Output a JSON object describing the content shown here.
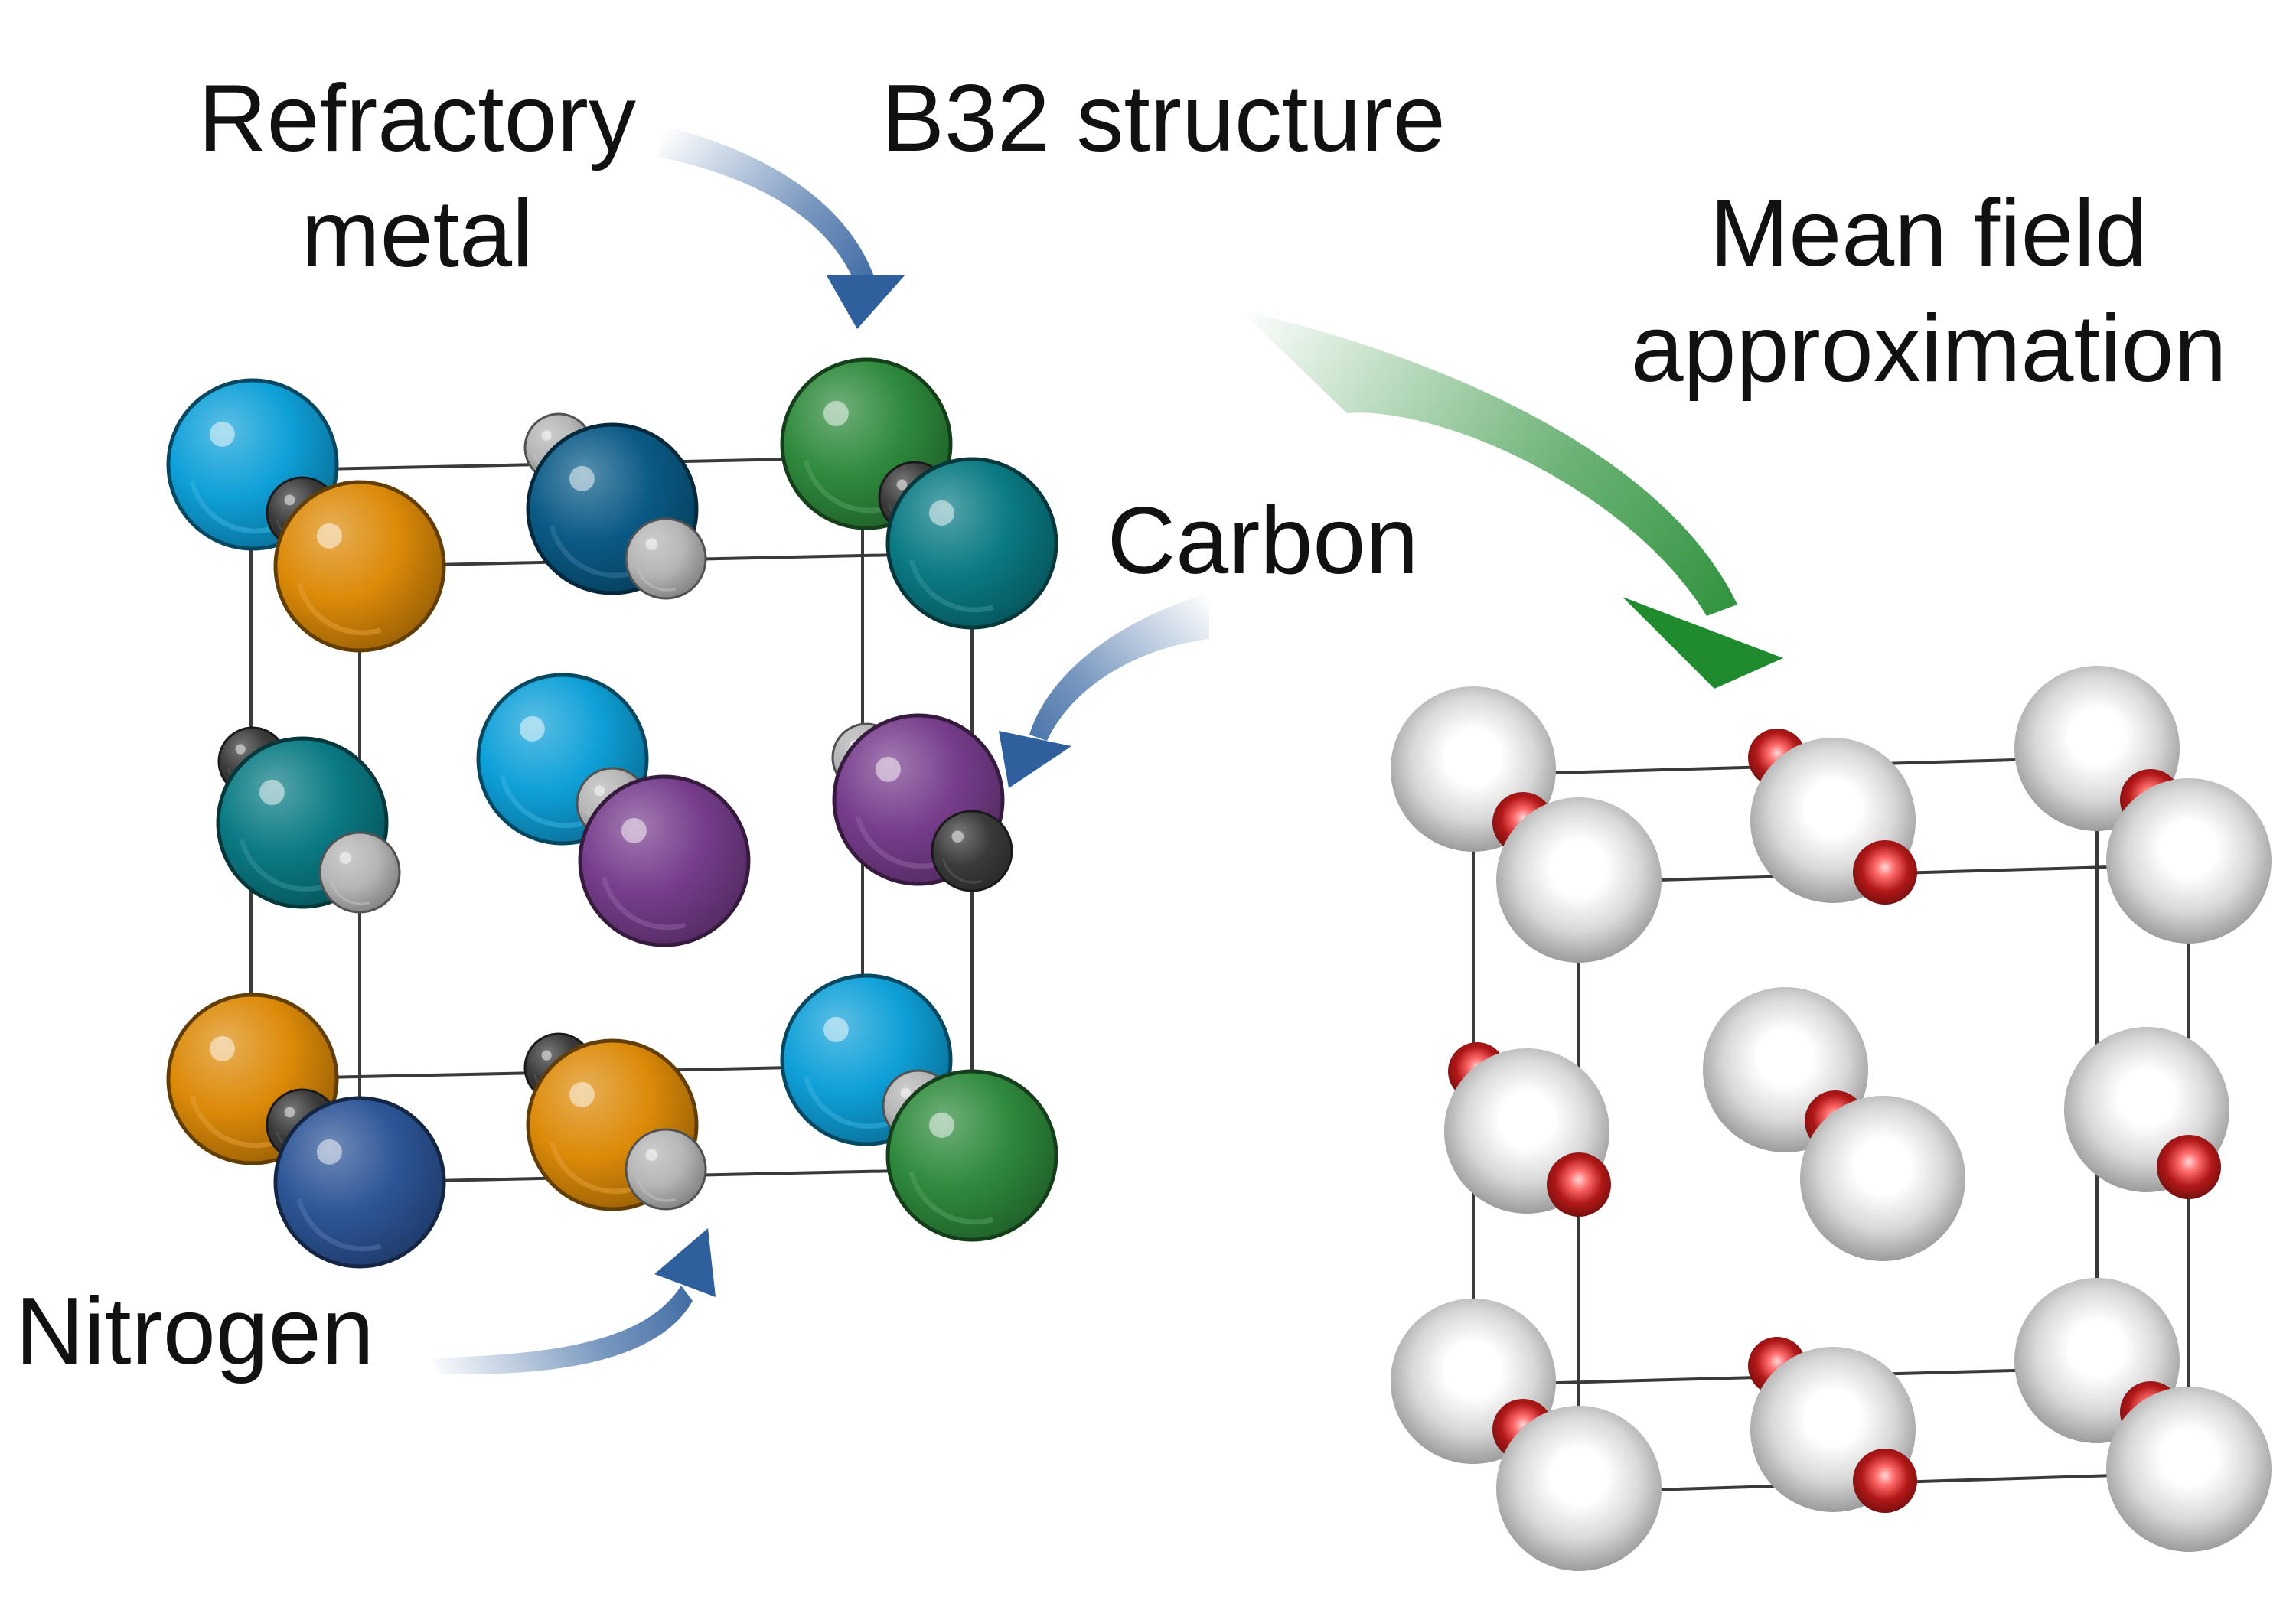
{
  "labels": {
    "refractory_line1": "Refractory",
    "refractory_line2": "metal",
    "b32": "B32 structure",
    "meanfield_line1": "Mean field",
    "meanfield_line2": "approximation",
    "carbon": "Carbon",
    "nitrogen": "Nitrogen"
  },
  "colors": {
    "metal_light_blue": "#0ea0d8",
    "metal_orange": "#dc8a08",
    "metal_dark_blue": "#0a5a86",
    "metal_green": "#2e8a3c",
    "metal_teal": "#0a7a84",
    "metal_purple": "#773d8c",
    "metal_navy": "#2c5597",
    "carbon": "#3a3a3a",
    "nitrogen": "#b6b6b6",
    "mean_field_metal": "#d8d8d8",
    "mean_field_small": "#b21818",
    "arrow_blue": "#2f5f9c",
    "arrow_green": "#1f8a2e"
  }
}
